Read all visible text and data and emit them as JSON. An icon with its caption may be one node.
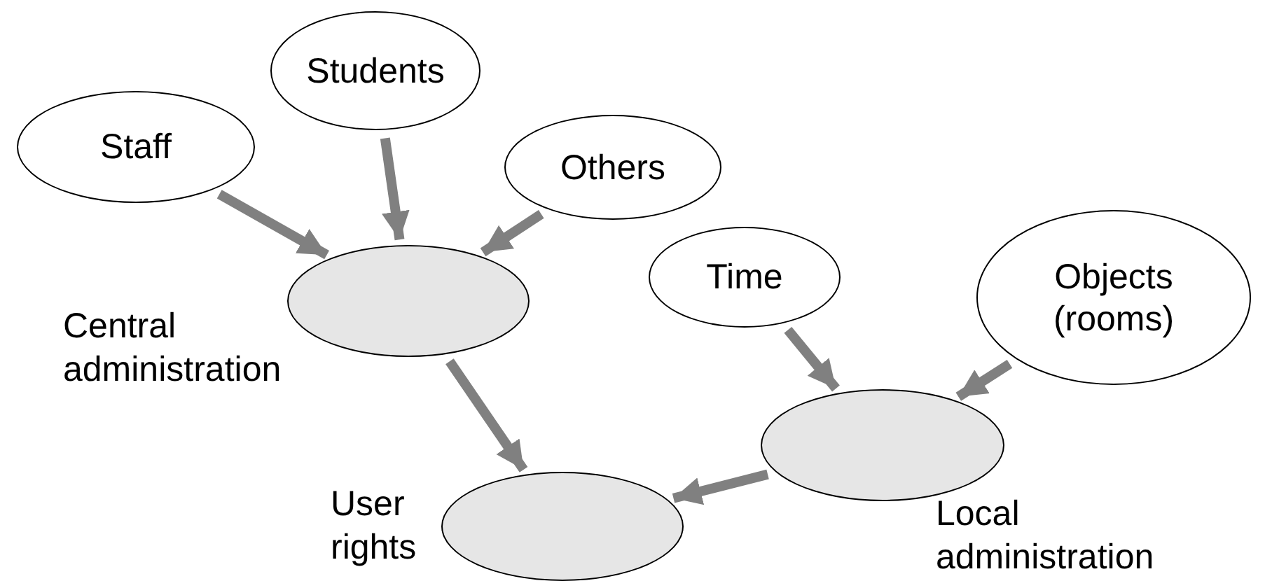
{
  "diagram": {
    "nodes": [
      {
        "text": [
          "Staff"
        ]
      },
      {
        "text": [
          "Students"
        ]
      },
      {
        "text": [
          "Others"
        ]
      },
      {
        "text": [],
        "shape": "circle",
        "beside": [
          "Central administration"
        ]
      },
      {
        "text": [
          "Time"
        ]
      },
      {
        "text": [
          "Objects (rooms)"
        ]
      },
      {
        "text": [],
        "shape": "circle",
        "beside": [
          "Local administration"
        ]
      },
      {
        "text": [],
        "shape": "circle",
        "beside": [
          "User rights"
        ]
      }
    ],
    "edges": [
      {
        "from": 0,
        "to": 3,
        "arrow": "to"
      },
      {
        "from": 1,
        "to": 3,
        "arrow": "to"
      },
      {
        "from": 2,
        "to": 3,
        "arrow": "to"
      },
      {
        "from": 3,
        "to": 7,
        "arrow": "to"
      },
      {
        "from": 4,
        "to": 6,
        "arrow": "to"
      },
      {
        "from": 5,
        "to": 6,
        "arrow": "to"
      },
      {
        "from": 6,
        "to": 7,
        "arrow": "to"
      }
    ]
  }
}
